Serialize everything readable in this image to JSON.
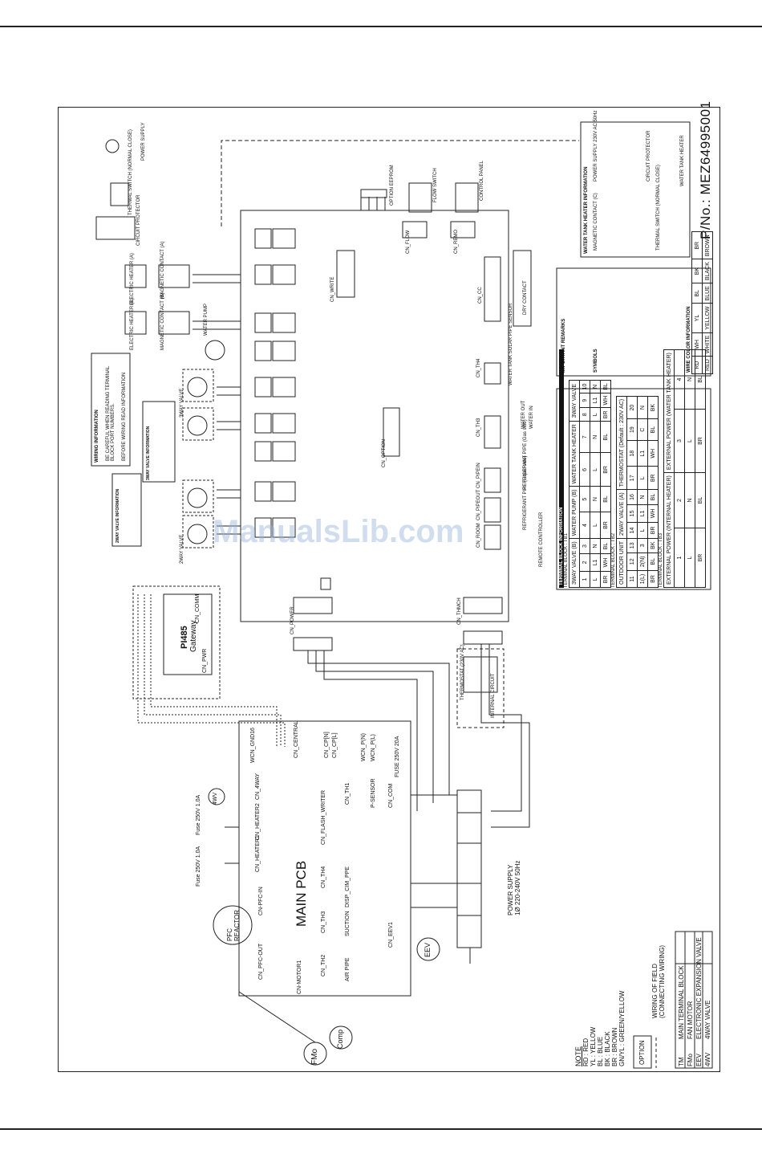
{
  "part_number": "P/No.: MEZ64995001",
  "watermark": "ManualsLib.com",
  "pcb": {
    "main_title": "MAIN PCB",
    "gateway_title": "PI485",
    "gateway_sub": "Gateway",
    "connectors": [
      "CN-MOTOR1",
      "CN_PFC-OUT",
      "CN-PFC-IN",
      "CN_HEATER1",
      "CN_HEATER2",
      "CN_4WAY",
      "WCN_GND16",
      "CN_CENTRAL",
      "CN_CP[N]",
      "CN_CP[L]",
      "WCN_P(N)",
      "WCN_P(L)",
      "FUSE 250V 20A",
      "CN_COM",
      "P-SENSOR",
      "CN_TH1",
      "CN_FLASH_WRITER",
      "CN_TH4",
      "DISP_CIM_PPE",
      "CN_TH3",
      "SUCTION",
      "CN_TH2",
      "AIR PIPE",
      "CN_EEV1"
    ],
    "fuses": [
      "Fuse 250V 1.0A",
      "Fuse 250V 1.0A"
    ],
    "components": {
      "pfc": "PFC REACTOR",
      "eev": "EEV",
      "fmo": "FMo",
      "comp": "Comp",
      "fourway": "4WV"
    },
    "power_supply": "POWER SUPPLY\n1Ø 220-240V 50Hz",
    "cn_comm": "CN_COMM",
    "cn_pwr": "CN_PWR"
  },
  "note": {
    "title": "NOTE",
    "colors": [
      "RD : RED",
      "YL : YELLOW",
      "BL : BLUE",
      "BK : BLACK",
      "BR : BROWN",
      "GN/YL : GREEN/YELLOW"
    ],
    "field_wiring": "WIRING OF FIELD\n(CONNECTING WIRING)",
    "option": "OPTION",
    "legend": [
      {
        "code": "TM",
        "desc": "MAIN TERMINAL BLOCK"
      },
      {
        "code": "FMo",
        "desc": "FAN MOTOR"
      },
      {
        "code": "EEV",
        "desc": "ELECTRONIC EXPANSION VALVE"
      },
      {
        "code": "4WV",
        "desc": "4WAY VALVE"
      }
    ]
  },
  "upper_labels": [
    "POWER SUPPLY",
    "THERMAL SWITCH (NORMAL CLOSE)",
    "CIRCUIT PROTECTOR",
    "ELECTRIC HEATER (A)",
    "MAGNETIC CONTACT (A)",
    "ELECTRIC HEATER (B)",
    "MAGNETIC CONTACT (B)",
    "WATER PUMP",
    "3WAY VALVE",
    "2WAY VALVE",
    "CN_POWER",
    "CN_THMCH",
    "CN_REMO",
    "CN_FLOW",
    "CN_CC",
    "CN_TH4",
    "CN_TH3",
    "CN_PIPEIN",
    "CN_PIPEOUT",
    "CN_ROOM",
    "CN_OPTION",
    "CN_WRITE",
    "FLOW SWITCH",
    "CONTROL PANEL",
    "OPTION EEPROM",
    "WATER TANK SOLAR PIPE SENSOR",
    "WATER OUT",
    "WATER IN",
    "REFRIGERANT PIPE (Gas side)",
    "REFRIGERANT PIPE (Liquid side)",
    "THERMOSTAT (230V AC)",
    "INTERNAL CIRCUIT",
    "DRY CONTACT",
    "REMOTE CONTROLLER"
  ],
  "information": {
    "wiring_title": "WIRING INFORMATION",
    "wiring_items": [
      "BE CAREFUL WHEN READING TERMINAL BLOCK PORT NUMBERS.",
      "BEFORE WIRING READ INFORMATION"
    ],
    "twoway_title": "2WAY VALVE INFORMATION",
    "threeway_title": "3WAY VALVE INFORMATION",
    "important_title": "IMPORTANT REMARKS",
    "symbols_title": "SYMBOLS",
    "color_info": "WIRE COLOR INFORMATION",
    "colors": [
      "RD",
      "WH",
      "YL",
      "BL",
      "BK",
      "BR"
    ],
    "colors_desc": [
      "RED",
      "WHITE",
      "YELLOW",
      "BLUE",
      "BLACK",
      "BROWN"
    ]
  },
  "terminal_block": {
    "title": "TERMINAL BLOCK INFORMATION",
    "tb1": {
      "name": "TERMINAL BLOCK : TB1",
      "groups": [
        "3WAY VALVE (B)",
        "WATER PUMP (B)",
        "WATER TANK HEATER",
        "3WAY VALVE"
      ],
      "numbers": [
        "1",
        "2",
        "3",
        "4",
        "5",
        "6",
        "7",
        "8",
        "9",
        "10"
      ],
      "signals": [
        "L",
        "L1",
        "N",
        "L",
        "N",
        "L",
        "N",
        "L",
        "L1",
        "N"
      ],
      "colors": [
        "BR",
        "WH",
        "BL",
        "BR",
        "BL",
        "BR",
        "BL",
        "BR",
        "WH",
        "BL"
      ]
    },
    "tb2": {
      "name": "TERMINAL BLOCK : TB2",
      "groups": [
        "OUTDOOR UNIT",
        "2WAY VALVE (A)",
        "THERMOSTAT (Default : 230V AC)"
      ],
      "numbers": [
        "11",
        "12",
        "13",
        "14",
        "15",
        "16",
        "17",
        "18",
        "19",
        "20"
      ],
      "signals": [
        "1(L)",
        "2(N)",
        "3",
        "L",
        "L1",
        "N",
        "L",
        "L1",
        "C",
        "N"
      ],
      "colors": [
        "BR",
        "BL",
        "BK",
        "BR",
        "WH",
        "BL",
        "BR",
        "WH",
        "BL",
        "BK"
      ]
    },
    "tb3": {
      "name": "TERMINAL BLOCK : TB3",
      "groups": [
        "EXTERNAL POWER (INTERNAL HEATER)",
        "EXTERNAL POWER (WATER TANK HEATER)"
      ],
      "numbers": [
        "1",
        "2",
        "3",
        "4"
      ],
      "signals": [
        "L",
        "N",
        "L",
        "N"
      ],
      "colors": [
        "BR",
        "BL",
        "BR",
        "BL"
      ]
    }
  },
  "tank_heater_info": {
    "title": "WATER TANK HEATER INFORMATION",
    "power_supply": "POWER SUPPLY 230V AC 50Hz",
    "circuit_protector": "CIRCUIT PROTECTOR",
    "magnetic_contact": "MAGNETIC CONTACT (C)",
    "heater": "WATER TANK HEATER",
    "thermal_switch": "THERMAL SWITCH (NORMAL CLOSE)"
  }
}
